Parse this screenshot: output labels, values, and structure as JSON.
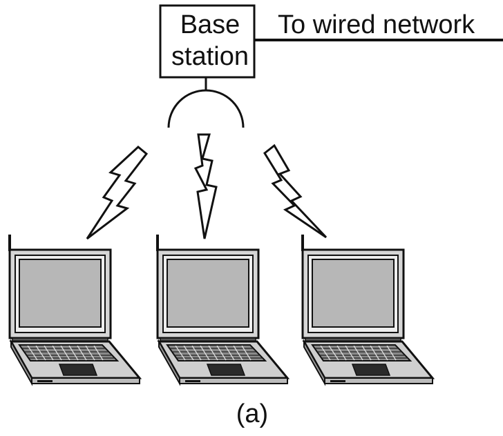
{
  "base_station": {
    "label_line1": "Base",
    "label_line2": "station"
  },
  "wired_network_label": "To wired network",
  "caption": "(a)",
  "laptops": [
    {
      "name": "laptop-left"
    },
    {
      "name": "laptop-center"
    },
    {
      "name": "laptop-right"
    }
  ],
  "colors": {
    "stroke": "#111111",
    "screen": "#b7b7b7",
    "body": "#cfcfcf",
    "keyboard": "#8a8a8a",
    "touchpad": "#2a2a2a",
    "background": "#ffffff"
  }
}
